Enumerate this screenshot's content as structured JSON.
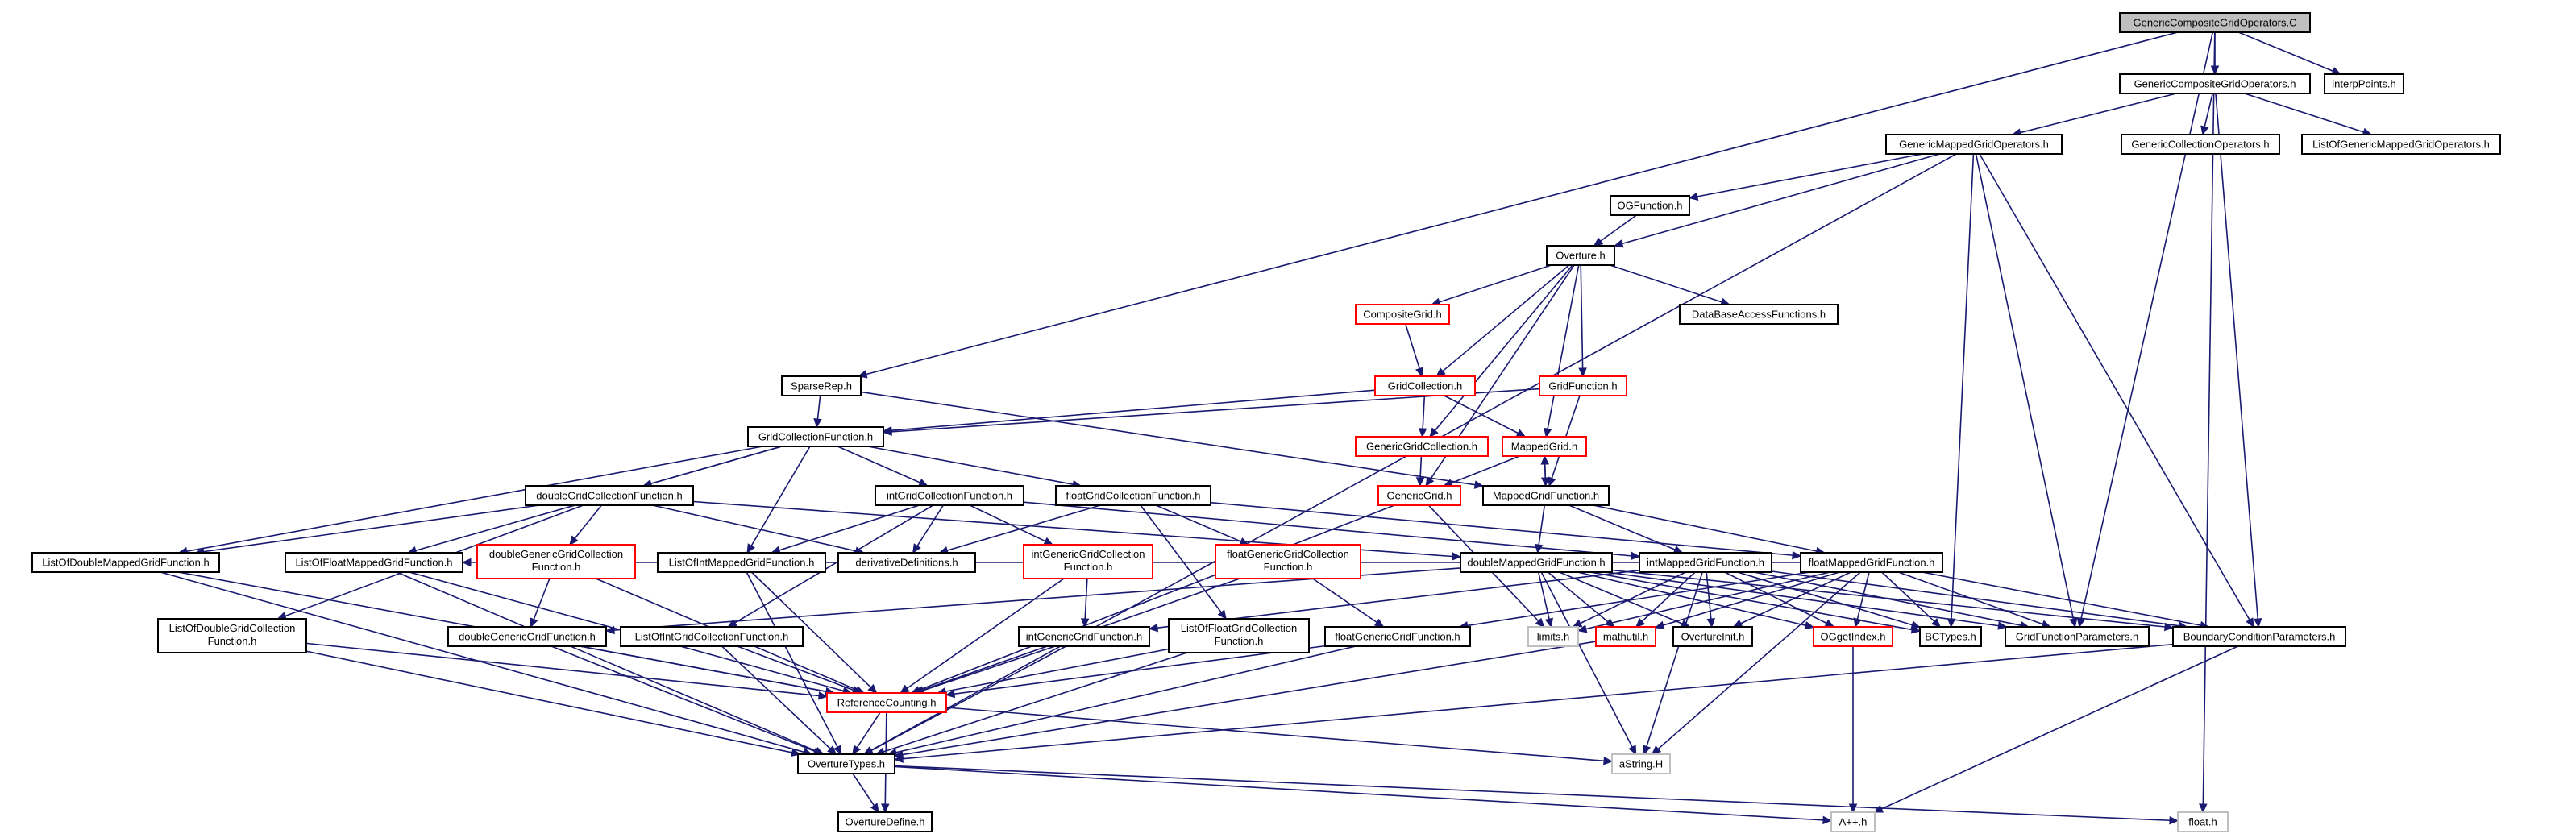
{
  "colors": {
    "edge": "#191970",
    "node_normal": "#000000",
    "node_incomplete": "#ff0000",
    "node_external": "#bfbfbf",
    "root_fill": "#bfbfbf"
  },
  "nodes": [
    {
      "id": "root",
      "label": "GenericCompositeGridOperators.C",
      "style": "root"
    },
    {
      "id": "gcgo_h",
      "label": "GenericCompositeGridOperators.h",
      "style": "normal"
    },
    {
      "id": "interp",
      "label": "interpPoints.h",
      "style": "normal"
    },
    {
      "id": "gmgo",
      "label": "GenericMappedGridOperators.h",
      "style": "normal"
    },
    {
      "id": "gco",
      "label": "GenericCollectionOperators.h",
      "style": "normal"
    },
    {
      "id": "logmgo",
      "label": "ListOfGenericMappedGridOperators.h",
      "style": "normal"
    },
    {
      "id": "ogfunc",
      "label": "OGFunction.h",
      "style": "normal"
    },
    {
      "id": "overture",
      "label": "Overture.h",
      "style": "normal"
    },
    {
      "id": "compgrid",
      "label": "CompositeGrid.h",
      "style": "incomplete"
    },
    {
      "id": "dbaf",
      "label": "DataBaseAccessFunctions.h",
      "style": "normal"
    },
    {
      "id": "sparserep",
      "label": "SparseRep.h",
      "style": "normal"
    },
    {
      "id": "gridcoll",
      "label": "GridCollection.h",
      "style": "incomplete"
    },
    {
      "id": "gridfunc",
      "label": "GridFunction.h",
      "style": "incomplete"
    },
    {
      "id": "gcf",
      "label": "GridCollectionFunction.h",
      "style": "normal"
    },
    {
      "id": "ggc",
      "label": "GenericGridCollection.h",
      "style": "incomplete"
    },
    {
      "id": "mappedgrid",
      "label": "MappedGrid.h",
      "style": "incomplete"
    },
    {
      "id": "dgcf",
      "label": "doubleGridCollectionFunction.h",
      "style": "normal"
    },
    {
      "id": "igcf",
      "label": "intGridCollectionFunction.h",
      "style": "normal"
    },
    {
      "id": "fgcf",
      "label": "floatGridCollectionFunction.h",
      "style": "normal"
    },
    {
      "id": "genericgrid",
      "label": "GenericGrid.h",
      "style": "incomplete"
    },
    {
      "id": "mgf",
      "label": "MappedGridFunction.h",
      "style": "normal"
    },
    {
      "id": "lodmgf",
      "label": "ListOfDoubleMappedGridFunction.h",
      "style": "normal"
    },
    {
      "id": "lofmgf",
      "label": "ListOfFloatMappedGridFunction.h",
      "style": "normal"
    },
    {
      "id": "dggcf",
      "label": "doubleGenericGridCollection\nFunction.h",
      "style": "incomplete"
    },
    {
      "id": "loimgf",
      "label": "ListOfIntMappedGridFunction.h",
      "style": "normal"
    },
    {
      "id": "derivdef",
      "label": "derivativeDefinitions.h",
      "style": "normal"
    },
    {
      "id": "iggcf",
      "label": "intGenericGridCollection\nFunction.h",
      "style": "incomplete"
    },
    {
      "id": "fggcf",
      "label": "floatGenericGridCollection\nFunction.h",
      "style": "incomplete"
    },
    {
      "id": "dmgf",
      "label": "doubleMappedGridFunction.h",
      "style": "normal"
    },
    {
      "id": "imgf",
      "label": "intMappedGridFunction.h",
      "style": "normal"
    },
    {
      "id": "fmgf",
      "label": "floatMappedGridFunction.h",
      "style": "normal"
    },
    {
      "id": "lodgcf",
      "label": "ListOfDoubleGridCollection\nFunction.h",
      "style": "normal"
    },
    {
      "id": "dggf",
      "label": "doubleGenericGridFunction.h",
      "style": "normal"
    },
    {
      "id": "loigcf",
      "label": "ListOfIntGridCollectionFunction.h",
      "style": "normal"
    },
    {
      "id": "iggf",
      "label": "intGenericGridFunction.h",
      "style": "normal"
    },
    {
      "id": "lofgcf",
      "label": "ListOfFloatGridCollection\nFunction.h",
      "style": "normal"
    },
    {
      "id": "fggf",
      "label": "floatGenericGridFunction.h",
      "style": "normal"
    },
    {
      "id": "limits",
      "label": "limits.h",
      "style": "external"
    },
    {
      "id": "mathutil",
      "label": "mathutil.h",
      "style": "incomplete"
    },
    {
      "id": "overtureinit",
      "label": "OvertureInit.h",
      "style": "normal"
    },
    {
      "id": "ogetindex",
      "label": "OGgetIndex.h",
      "style": "incomplete"
    },
    {
      "id": "bctypes",
      "label": "BCTypes.h",
      "style": "normal"
    },
    {
      "id": "gfp",
      "label": "GridFunctionParameters.h",
      "style": "normal"
    },
    {
      "id": "bcp",
      "label": "BoundaryConditionParameters.h",
      "style": "normal"
    },
    {
      "id": "refcount",
      "label": "ReferenceCounting.h",
      "style": "incomplete"
    },
    {
      "id": "overturetypes",
      "label": "OvertureTypes.h",
      "style": "normal"
    },
    {
      "id": "astring",
      "label": "aString.H",
      "style": "external"
    },
    {
      "id": "overturedefine",
      "label": "OvertureDefine.h",
      "style": "normal"
    },
    {
      "id": "app",
      "label": "A++.h",
      "style": "external"
    },
    {
      "id": "floath",
      "label": "float.h",
      "style": "external"
    }
  ],
  "edges": [
    [
      "root",
      "gcgo_h"
    ],
    [
      "root",
      "interp"
    ],
    [
      "root",
      "gfp"
    ],
    [
      "root",
      "sparserep"
    ],
    [
      "root",
      "floath"
    ],
    [
      "gcgo_h",
      "gmgo"
    ],
    [
      "gcgo_h",
      "gco"
    ],
    [
      "gcgo_h",
      "logmgo"
    ],
    [
      "gcgo_h",
      "bcp"
    ],
    [
      "gmgo",
      "ogfunc"
    ],
    [
      "gmgo",
      "overture"
    ],
    [
      "gmgo",
      "overturetypes"
    ],
    [
      "gmgo",
      "bctypes"
    ],
    [
      "gmgo",
      "gfp"
    ],
    [
      "gmgo",
      "bcp"
    ],
    [
      "ogfunc",
      "overture"
    ],
    [
      "overture",
      "compgrid"
    ],
    [
      "overture",
      "dbaf"
    ],
    [
      "overture",
      "gridcoll"
    ],
    [
      "overture",
      "gridfunc"
    ],
    [
      "overture",
      "ggc"
    ],
    [
      "overture",
      "mappedgrid"
    ],
    [
      "overture",
      "genericgrid"
    ],
    [
      "compgrid",
      "gridcoll"
    ],
    [
      "gridcoll",
      "gcf"
    ],
    [
      "gridcoll",
      "ggc"
    ],
    [
      "gridcoll",
      "mappedgrid"
    ],
    [
      "gridfunc",
      "gcf"
    ],
    [
      "gridfunc",
      "mgf"
    ],
    [
      "sparserep",
      "gcf"
    ],
    [
      "sparserep",
      "mgf"
    ],
    [
      "gcf",
      "dgcf"
    ],
    [
      "gcf",
      "igcf"
    ],
    [
      "gcf",
      "fgcf"
    ],
    [
      "gcf",
      "lodmgf"
    ],
    [
      "gcf",
      "lofmgf"
    ],
    [
      "gcf",
      "loimgf"
    ],
    [
      "ggc",
      "genericgrid"
    ],
    [
      "mappedgrid",
      "genericgrid"
    ],
    [
      "mappedgrid",
      "mgf"
    ],
    [
      "mgf",
      "mappedgrid"
    ],
    [
      "genericgrid",
      "limits"
    ],
    [
      "genericgrid",
      "refcount"
    ],
    [
      "mgf",
      "dmgf"
    ],
    [
      "mgf",
      "imgf"
    ],
    [
      "mgf",
      "fmgf"
    ],
    [
      "dgcf",
      "dggcf"
    ],
    [
      "dgcf",
      "derivdef"
    ],
    [
      "dgcf",
      "lodmgf"
    ],
    [
      "dgcf",
      "dmgf"
    ],
    [
      "dgcf",
      "lodgcf"
    ],
    [
      "igcf",
      "derivdef"
    ],
    [
      "igcf",
      "iggcf"
    ],
    [
      "igcf",
      "loimgf"
    ],
    [
      "igcf",
      "loigcf"
    ],
    [
      "igcf",
      "imgf"
    ],
    [
      "fgcf",
      "derivdef"
    ],
    [
      "fgcf",
      "fggcf"
    ],
    [
      "fgcf",
      "lofgcf"
    ],
    [
      "fgcf",
      "fmgf"
    ],
    [
      "dggcf",
      "dggf"
    ],
    [
      "iggcf",
      "iggf"
    ],
    [
      "fggcf",
      "fggf"
    ],
    [
      "fggcf",
      "refcount"
    ],
    [
      "iggcf",
      "refcount"
    ],
    [
      "dggcf",
      "refcount"
    ],
    [
      "dmgf",
      "dggf"
    ],
    [
      "dmgf",
      "limits"
    ],
    [
      "dmgf",
      "mathutil"
    ],
    [
      "dmgf",
      "overtureinit"
    ],
    [
      "dmgf",
      "ogetindex"
    ],
    [
      "dmgf",
      "bctypes"
    ],
    [
      "dmgf",
      "gfp"
    ],
    [
      "dmgf",
      "bcp"
    ],
    [
      "dmgf",
      "astring"
    ],
    [
      "imgf",
      "iggf"
    ],
    [
      "imgf",
      "limits"
    ],
    [
      "imgf",
      "mathutil"
    ],
    [
      "imgf",
      "overtureinit"
    ],
    [
      "imgf",
      "ogetindex"
    ],
    [
      "imgf",
      "bctypes"
    ],
    [
      "imgf",
      "gfp"
    ],
    [
      "imgf",
      "bcp"
    ],
    [
      "imgf",
      "astring"
    ],
    [
      "fmgf",
      "fggf"
    ],
    [
      "fmgf",
      "limits"
    ],
    [
      "fmgf",
      "mathutil"
    ],
    [
      "fmgf",
      "overtureinit"
    ],
    [
      "fmgf",
      "ogetindex"
    ],
    [
      "fmgf",
      "bctypes"
    ],
    [
      "fmgf",
      "gfp"
    ],
    [
      "fmgf",
      "bcp"
    ],
    [
      "fmgf",
      "lofmgf"
    ],
    [
      "fmgf",
      "astring"
    ],
    [
      "lodmgf",
      "refcount"
    ],
    [
      "lodmgf",
      "overturetypes"
    ],
    [
      "lofmgf",
      "refcount"
    ],
    [
      "lofmgf",
      "overturetypes"
    ],
    [
      "loimgf",
      "refcount"
    ],
    [
      "loimgf",
      "overturetypes"
    ],
    [
      "lodgcf",
      "refcount"
    ],
    [
      "lodgcf",
      "overturetypes"
    ],
    [
      "loigcf",
      "refcount"
    ],
    [
      "loigcf",
      "overturetypes"
    ],
    [
      "lofgcf",
      "refcount"
    ],
    [
      "lofgcf",
      "overturetypes"
    ],
    [
      "dggf",
      "refcount"
    ],
    [
      "dggf",
      "overturetypes"
    ],
    [
      "iggf",
      "refcount"
    ],
    [
      "iggf",
      "overturetypes"
    ],
    [
      "fggf",
      "refcount"
    ],
    [
      "fggf",
      "overturetypes"
    ],
    [
      "mathutil",
      "overturetypes"
    ],
    [
      "ogetindex",
      "app"
    ],
    [
      "bcp",
      "overturetypes"
    ],
    [
      "bcp",
      "app"
    ],
    [
      "refcount",
      "overturetypes"
    ],
    [
      "refcount",
      "overturedefine"
    ],
    [
      "refcount",
      "astring"
    ],
    [
      "overturetypes",
      "overturedefine"
    ],
    [
      "overturetypes",
      "app"
    ],
    [
      "overturetypes",
      "floath"
    ]
  ]
}
